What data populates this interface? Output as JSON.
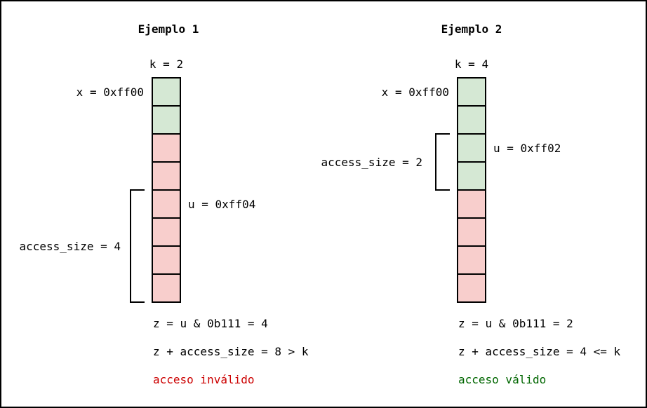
{
  "examples": [
    {
      "title": "Ejemplo 1",
      "k_label": "k = 2",
      "x_label": "x = 0xff00",
      "u_label": "u = 0xff04",
      "access_label": "access_size = 4",
      "line1": "z = u & 0b111 = 4",
      "line2": "z + access_size = 8 > k",
      "result": "acceso inválido",
      "valid": false,
      "cells": [
        "ok",
        "ok",
        "bad",
        "bad",
        "bad",
        "bad",
        "bad",
        "bad"
      ]
    },
    {
      "title": "Ejemplo 2",
      "k_label": "k = 4",
      "x_label": "x = 0xff00",
      "u_label": "u = 0xff02",
      "access_label": "access_size = 2",
      "line1": "z = u & 0b111 = 2",
      "line2": "z + access_size = 4 <= k",
      "result": "acceso válido",
      "valid": true,
      "cells": [
        "ok",
        "ok",
        "ok",
        "ok",
        "bad",
        "bad",
        "bad",
        "bad"
      ]
    }
  ],
  "colors": {
    "ok_fill": "#d5e8d4",
    "bad_fill": "#f8cecc",
    "stroke": "#000000",
    "invalid_text": "#cc0000",
    "valid_text": "#006600"
  }
}
